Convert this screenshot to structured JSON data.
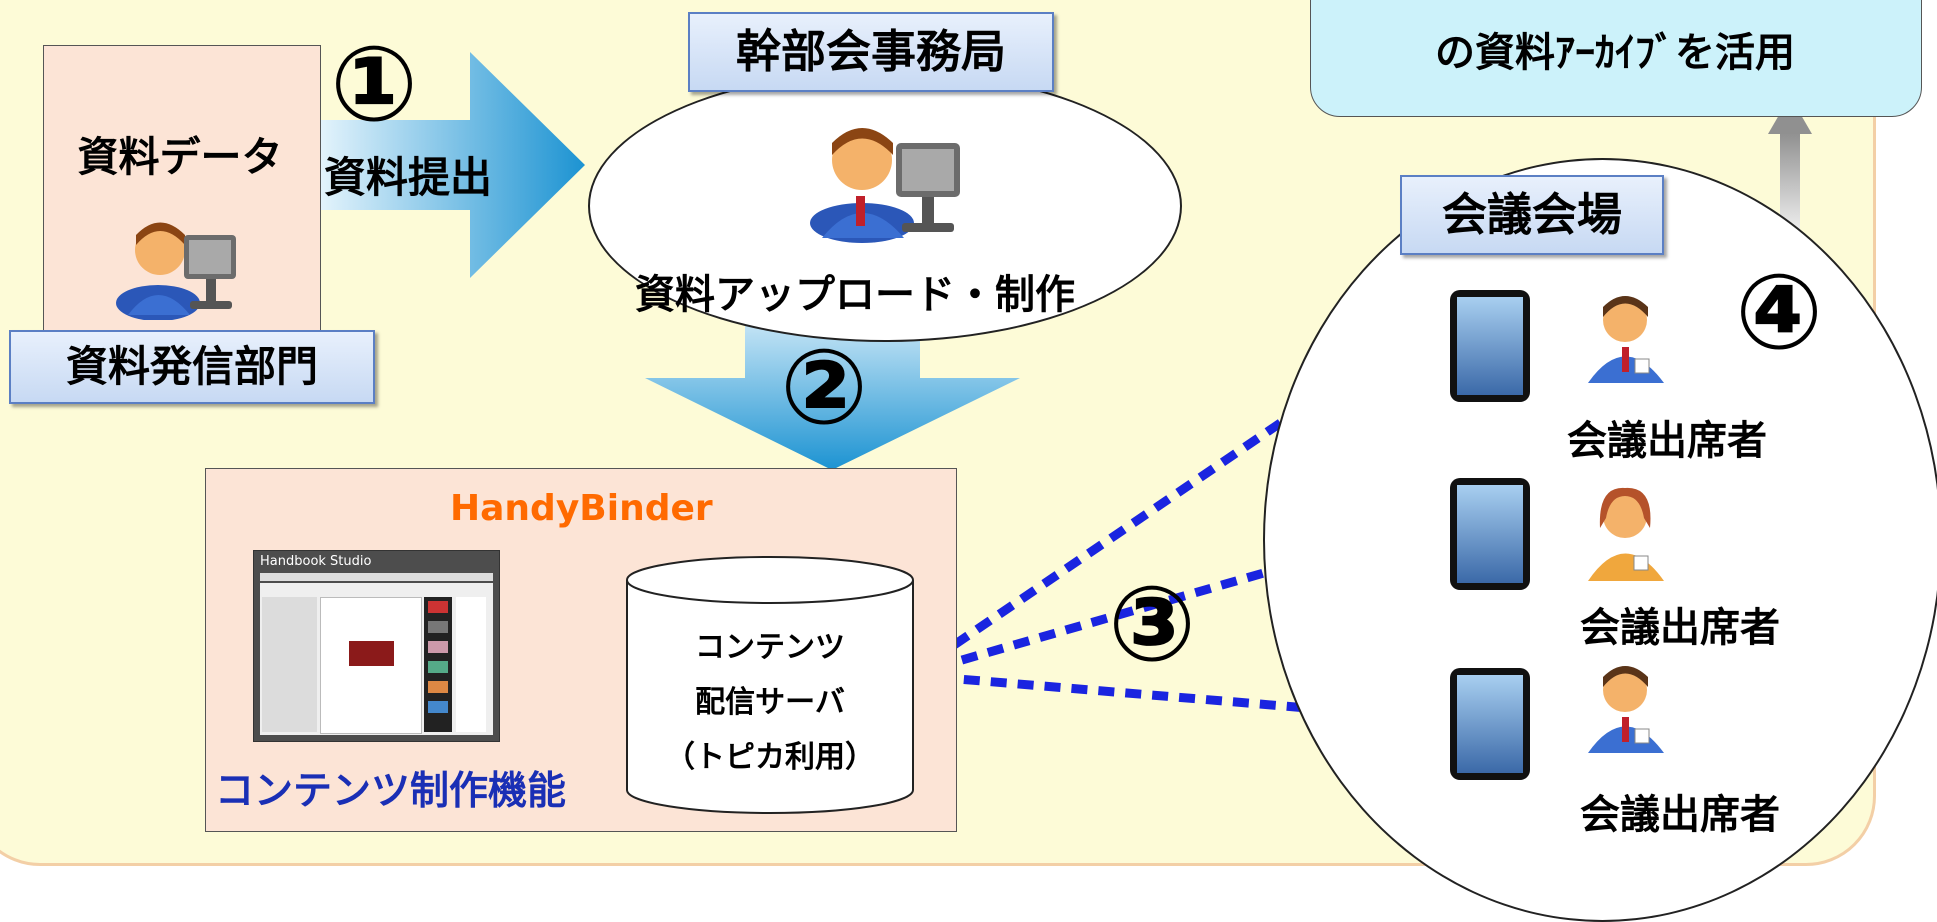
{
  "source": {
    "box_title": "資料データ",
    "dept_label": "資料発信部門"
  },
  "step1": {
    "number": "①",
    "label": "資料提出"
  },
  "secretariat": {
    "label": "幹部会事務局",
    "action": "資料アップロード・制作"
  },
  "step2": {
    "number": "②"
  },
  "handybinder": {
    "title": "HandyBinder",
    "screenshot_title": "Handbook Studio",
    "tool_label": "コンテンツ制作機能",
    "server_line1": "コンテンツ",
    "server_line2": "配信サーバ",
    "server_line3": "（トピカ利用）"
  },
  "step3": {
    "number": "③"
  },
  "archive": {
    "text": "の資料ｱｰｶｲﾌﾞを活用"
  },
  "step4": {
    "number": "④"
  },
  "venue": {
    "label": "会議会場",
    "attendees": [
      "会議出席者",
      "会議出席者",
      "会議出席者"
    ]
  },
  "colors": {
    "accent_blue": "#1a2fb5",
    "arrow_blue": "#2a9fd8",
    "dotted_arrow": "#1a24e0",
    "orange_title": "#ff6a00",
    "background": "#fdfbd7"
  }
}
